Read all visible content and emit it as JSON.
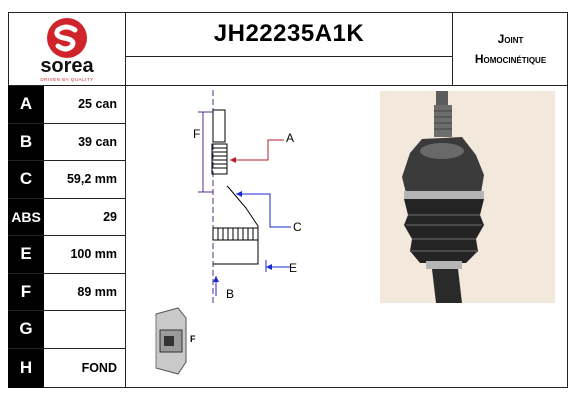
{
  "header": {
    "brand": "sorea",
    "brand_tagline": "DRIVEN BY QUALITY",
    "part_number": "JH22235A1K",
    "category_line1": "Joint",
    "category_line2": "Homocinétique"
  },
  "specs": [
    {
      "key": "A",
      "value": "25 can"
    },
    {
      "key": "B",
      "value": "39 can"
    },
    {
      "key": "C",
      "value": "59,2 mm"
    },
    {
      "key": "ABS",
      "value": "29"
    },
    {
      "key": "E",
      "value": "100 mm"
    },
    {
      "key": "F",
      "value": "89 mm"
    },
    {
      "key": "G",
      "value": ""
    },
    {
      "key": "H",
      "value": "FOND"
    }
  ],
  "diagram": {
    "labels": {
      "A": "A",
      "B": "B",
      "C": "C",
      "E": "E",
      "F": "F",
      "thumb_F": "F"
    },
    "colors": {
      "arrow_red": "#b0202a",
      "arrow_blue": "#1b2ad0",
      "dim_purple": "#5a2a8a"
    }
  },
  "colors": {
    "brand_red": "#d0232a",
    "key_bg": "#000000"
  }
}
